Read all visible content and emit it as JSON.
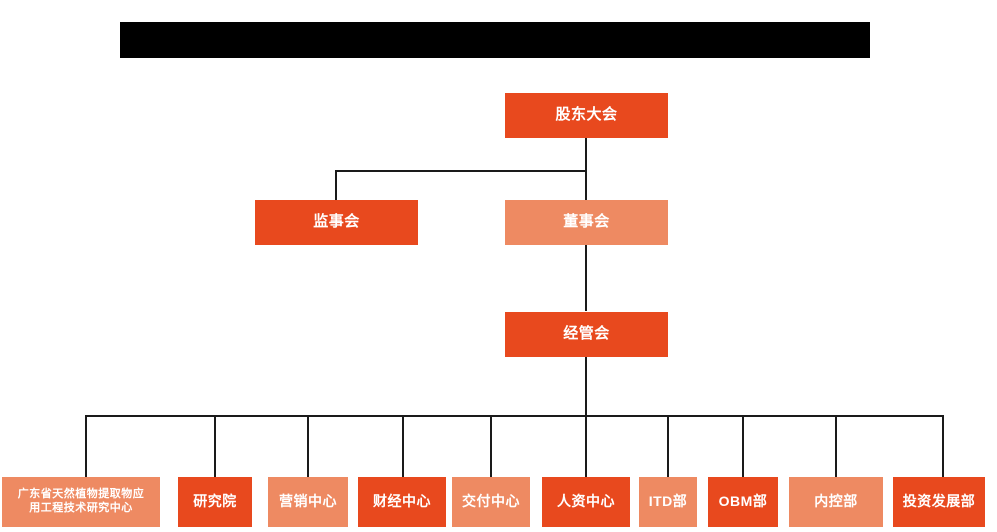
{
  "chart": {
    "type": "org-chart",
    "title_bar": {
      "redacted": true,
      "label": ""
    },
    "colors": {
      "dark_orange": "#E8491E",
      "light_orange": "#EE8A62",
      "connector": "#1a1a1a",
      "text": "#ffffff",
      "background": "#ffffff",
      "redaction": "#000000"
    },
    "levels": [
      {
        "level": 1,
        "nodes": [
          {
            "id": "shareholders",
            "label": "股东大会",
            "fill": "dark"
          }
        ]
      },
      {
        "level": 2,
        "nodes": [
          {
            "id": "supervisors",
            "label": "监事会",
            "fill": "dark"
          },
          {
            "id": "directors",
            "label": "董事会",
            "fill": "light"
          }
        ]
      },
      {
        "level": 3,
        "nodes": [
          {
            "id": "management",
            "label": "经管会",
            "fill": "dark"
          }
        ]
      },
      {
        "level": 4,
        "nodes": [
          {
            "id": "gd-center",
            "label": "广东省天然植物提取物应用工程技术研究中心",
            "line1": "广东省天然植物提取物应",
            "line2": "用工程技术研究中心",
            "fill": "light"
          },
          {
            "id": "research-institute",
            "label": "研究院",
            "fill": "dark"
          },
          {
            "id": "marketing-center",
            "label": "营销中心",
            "fill": "light"
          },
          {
            "id": "finance-center",
            "label": "财经中心",
            "fill": "dark"
          },
          {
            "id": "delivery-center",
            "label": "交付中心",
            "fill": "light"
          },
          {
            "id": "hr-center",
            "label": "人资中心",
            "fill": "dark"
          },
          {
            "id": "itd-dept",
            "label": "ITD部",
            "fill": "light"
          },
          {
            "id": "obm-dept",
            "label": "OBM部",
            "fill": "dark"
          },
          {
            "id": "internal-control-dept",
            "label": "内控部",
            "fill": "light"
          },
          {
            "id": "investment-dev-dept",
            "label": "投资发展部",
            "fill": "dark"
          }
        ]
      }
    ],
    "edges": [
      {
        "from": "shareholders",
        "to": "supervisors"
      },
      {
        "from": "shareholders",
        "to": "directors"
      },
      {
        "from": "directors",
        "to": "management"
      },
      {
        "from": "management",
        "to": "gd-center"
      },
      {
        "from": "management",
        "to": "research-institute"
      },
      {
        "from": "management",
        "to": "marketing-center"
      },
      {
        "from": "management",
        "to": "finance-center"
      },
      {
        "from": "management",
        "to": "delivery-center"
      },
      {
        "from": "management",
        "to": "hr-center"
      },
      {
        "from": "management",
        "to": "itd-dept"
      },
      {
        "from": "management",
        "to": "obm-dept"
      },
      {
        "from": "management",
        "to": "internal-control-dept"
      },
      {
        "from": "management",
        "to": "investment-dev-dept"
      }
    ]
  }
}
